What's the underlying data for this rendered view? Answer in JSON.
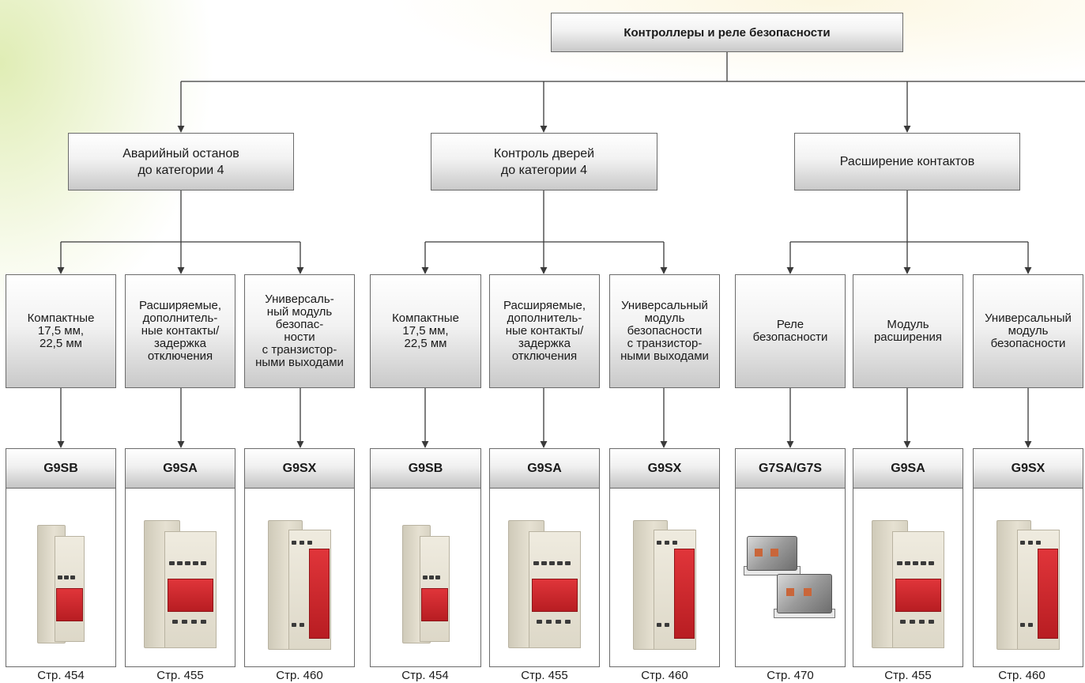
{
  "root": {
    "label": "Контроллеры и реле безопасности"
  },
  "categories": [
    {
      "label": "Аварийный останов\nдо категории 4"
    },
    {
      "label": "Контроль дверей\nдо категории 4"
    },
    {
      "label": "Расширение контактов"
    }
  ],
  "subtypes": [
    {
      "label": "Компактные\n17,5 мм,\n22,5 мм"
    },
    {
      "label": "Расширяемые,\nдополнитель-\nные контакты/\nзадержка\nотключения"
    },
    {
      "label": "Универсаль-\nный модуль\nбезопас-\nности\nс транзистор-\nными выходами"
    },
    {
      "label": "Компактные\n17,5 мм,\n22,5 мм"
    },
    {
      "label": "Расширяемые,\nдополнитель-\nные контакты/\nзадержка\nотключения"
    },
    {
      "label": "Универсальный\nмодуль\nбезопасности\nс транзистор-\nными выходами"
    },
    {
      "label": "Реле\nбезопасности"
    },
    {
      "label": "Модуль\nрасширения"
    },
    {
      "label": "Универсальный\nмодуль\nбезопасности"
    }
  ],
  "products": [
    {
      "model": "G9SB",
      "page": "Стр. 454",
      "image": "safety-relay-narrow-image"
    },
    {
      "model": "G9SA",
      "page": "Стр. 455",
      "image": "safety-relay-wide-image"
    },
    {
      "model": "G9SX",
      "page": "Стр. 460",
      "image": "safety-controller-image"
    },
    {
      "model": "G9SB",
      "page": "Стр. 454",
      "image": "safety-relay-narrow-image"
    },
    {
      "model": "G9SA",
      "page": "Стр. 455",
      "image": "safety-relay-wide-image"
    },
    {
      "model": "G9SX",
      "page": "Стр. 460",
      "image": "safety-controller-image"
    },
    {
      "model": "G7SA/G7S",
      "page": "Стр. 470",
      "image": "pcb-relay-pair-image"
    },
    {
      "model": "G9SA",
      "page": "Стр. 455",
      "image": "safety-relay-wide-image"
    },
    {
      "model": "G9SX",
      "page": "Стр. 460",
      "image": "safety-controller-image"
    }
  ],
  "colors": {
    "line": "#3a3a3a",
    "box_border": "#6b6b6b",
    "relay_red": "#c8262b",
    "relay_housing": "#e6e1d2"
  }
}
